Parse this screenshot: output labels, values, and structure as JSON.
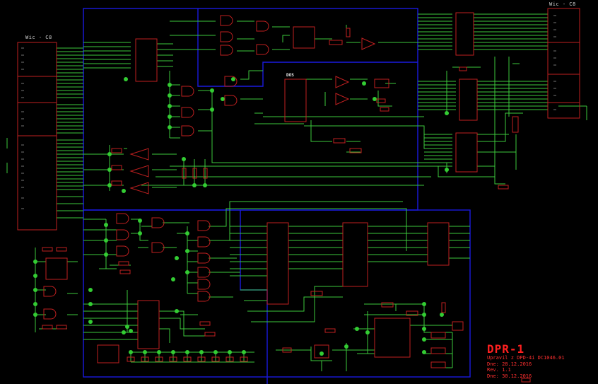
{
  "connectors": {
    "left": "Wic - C8",
    "right": "Wic - C8"
  },
  "ic_labels": {
    "u_d": "DOS"
  },
  "title_block": {
    "title": "DPR-1",
    "lines": [
      "Upravil z DPD-4i DC1046.01",
      "Dne: 28.12.2016",
      "Rev. 1.1",
      "Dne: 30.12.2016"
    ]
  },
  "colors": {
    "background": "#000000",
    "wire": "#3cc93c",
    "junction": "#33cc33",
    "component": "#c02020",
    "frame": "#1a1adf",
    "pin_text": "#d0d0d0",
    "title": "#ff2020"
  }
}
